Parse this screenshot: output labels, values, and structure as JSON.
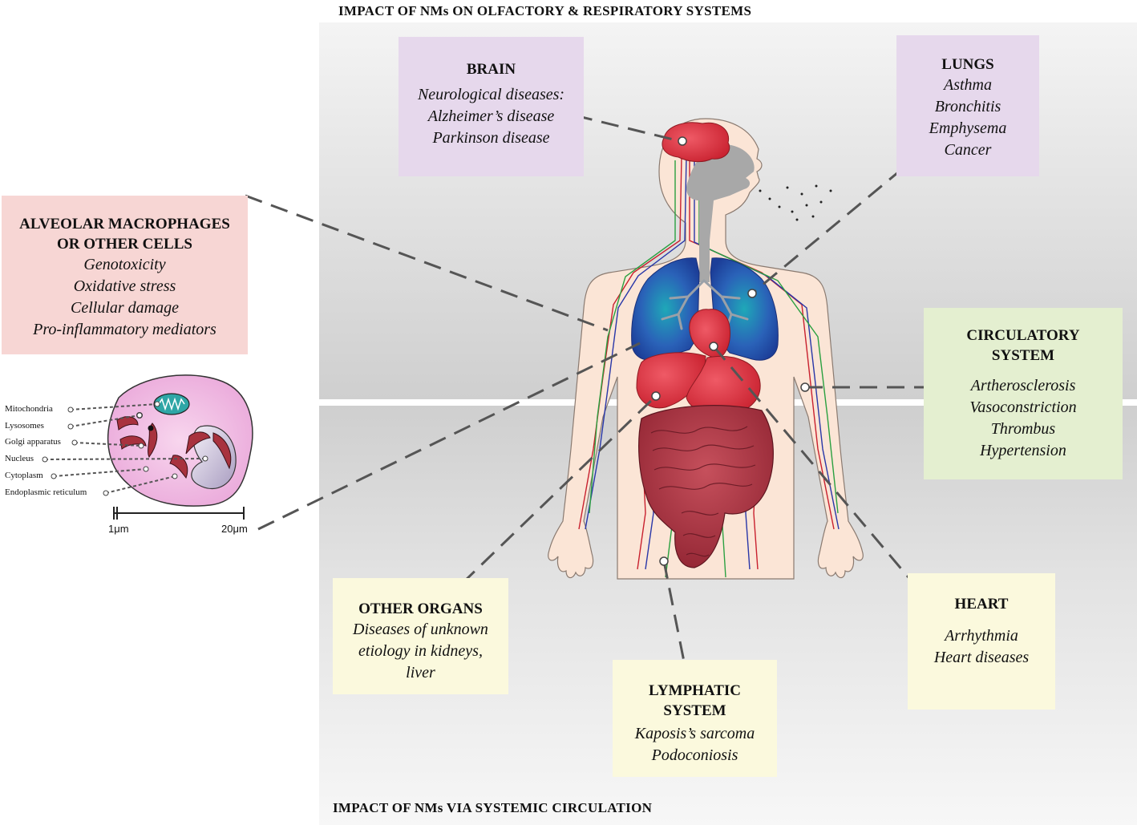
{
  "headings": {
    "top": "IMPACT OF NMs ON OLFACTORY & RESPIRATORY SYSTEMS",
    "bottom": "IMPACT OF NMs VIA SYSTEMIC CIRCULATION"
  },
  "boxes": {
    "brain": {
      "title": "BRAIN",
      "items": [
        "Neurological diseases:",
        "Alzheimer’s disease",
        "Parkinson disease"
      ]
    },
    "lungs": {
      "title": "LUNGS",
      "items": [
        "Asthma",
        "Bronchitis",
        "Emphysema",
        "Cancer"
      ]
    },
    "alveolar": {
      "title_lines": [
        "ALVEOLAR MACROPHAGES",
        "OR OTHER CELLS"
      ],
      "items": [
        "Genotoxicity",
        "Oxidative stress",
        "Cellular damage",
        "Pro-inflammatory mediators"
      ]
    },
    "circulatory": {
      "title_lines": [
        "CIRCULATORY",
        "SYSTEM"
      ],
      "items": [
        "Artherosclerosis",
        "Vasoconstriction",
        "Thrombus",
        "Hypertension"
      ]
    },
    "other_organs": {
      "title": "OTHER ORGANS",
      "items": [
        "Diseases of unknown",
        "etiology in kidneys,",
        "liver"
      ]
    },
    "lymphatic": {
      "title_lines": [
        "LYMPHATIC",
        "SYSTEM"
      ],
      "items": [
        "Kaposis’s sarcoma",
        "Podoconiosis"
      ]
    },
    "heart": {
      "title": "HEART",
      "items": [
        "Arrhythmia",
        "Heart diseases"
      ]
    }
  },
  "cell": {
    "labels": [
      "Mitochondria",
      "Lysosomes",
      "Golgi apparatus",
      "Nucleus",
      "Cytoplasm",
      "Endoplasmic reticulum"
    ],
    "scale": {
      "start": "1μm",
      "end": "20μm"
    }
  },
  "colors": {
    "purple_box": "#e6d8ec",
    "pink_box": "#f7d6d4",
    "green_box": "#e4efd0",
    "yellow_box": "#fbf9dd",
    "skin": "#fbe5d6",
    "lung_blue": "#1f4fa8",
    "organ_red": "#d9343c",
    "cell_pink": "#f3c4e6"
  }
}
